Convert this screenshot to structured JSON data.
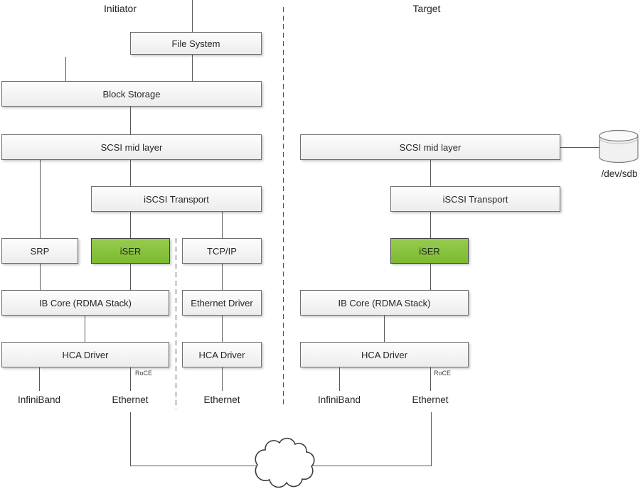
{
  "diagram": {
    "title_left": "Initiator",
    "title_right": "Target",
    "colors": {
      "iser_green_top": "#97cc4e",
      "iser_green_bottom": "#7cba31",
      "iser_green_border": "#454545",
      "box_fill_top": "#fdfdfd",
      "box_fill_bottom": "#ececec",
      "box_border": "#6e6e6e",
      "connector": "#595959"
    },
    "nodes": {
      "file_system": {
        "label": "File System"
      },
      "block_storage": {
        "label": "Block Storage"
      },
      "scsi_mid_layer_initiator": {
        "label": "SCSI mid layer"
      },
      "iscsi_transport_initiator": {
        "label": "iSCSI Transport"
      },
      "srp": {
        "label": "SRP"
      },
      "iser_initiator": {
        "label": "iSER"
      },
      "tcp_ip": {
        "label": "TCP/IP"
      },
      "ib_core_initiator": {
        "label": "IB Core (RDMA Stack)"
      },
      "ethernet_driver": {
        "label": "Ethernet Driver"
      },
      "hca_driver_initiator": {
        "label": "HCA Driver"
      },
      "hca_driver_ethernet": {
        "label": "HCA Driver"
      },
      "scsi_mid_layer_target": {
        "label": "SCSI mid layer"
      },
      "iscsi_transport_target": {
        "label": "iSCSI Transport"
      },
      "iser_target": {
        "label": "iSER"
      },
      "ib_core_target": {
        "label": "IB Core (RDMA Stack)"
      },
      "hca_driver_target": {
        "label": "HCA Driver"
      }
    },
    "wire_labels": {
      "infiniband_initiator": "InfiniBand",
      "ethernet_initiator": "Ethernet",
      "ethernet_mid": "Ethernet",
      "infiniband_target": "InfiniBand",
      "ethernet_target": "Ethernet",
      "roce_initiator": "RoCE",
      "roce_target": "RoCE",
      "disk_device": "/dev/sdb"
    }
  }
}
